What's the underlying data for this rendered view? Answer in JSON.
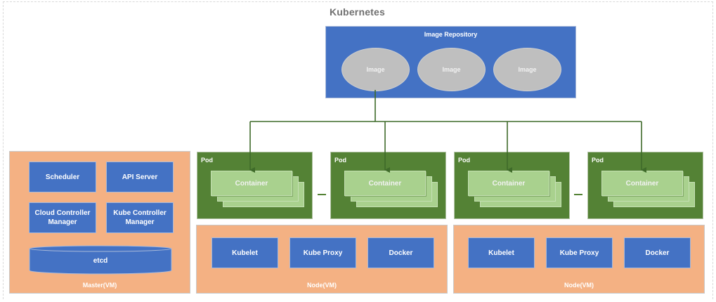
{
  "title": "Kubernetes",
  "colors": {
    "repository": "#4472c4",
    "image": "#bfbfbf",
    "pod": "#548235",
    "container": "#a9d18e",
    "vm": "#f4b183",
    "component": "#4472c4",
    "connector": "#3f6b2a"
  },
  "repository": {
    "title": "Image Repository",
    "images": [
      "Image",
      "Image",
      "Image"
    ]
  },
  "master": {
    "label": "Master(VM)",
    "components": [
      "Scheduler",
      "API Server",
      "Cloud Controller Manager",
      "Kube Controller Manager"
    ],
    "store": "etcd"
  },
  "pods": [
    {
      "label": "Pod",
      "container": "Container"
    },
    {
      "label": "Pod",
      "container": "Container"
    },
    {
      "label": "Pod",
      "container": "Container"
    },
    {
      "label": "Pod",
      "container": "Container"
    }
  ],
  "nodes": [
    {
      "label": "Node(VM)",
      "components": [
        "Kubelet",
        "Kube Proxy",
        "Docker"
      ]
    },
    {
      "label": "Node(VM)",
      "components": [
        "Kubelet",
        "Kube Proxy",
        "Docker"
      ]
    }
  ]
}
